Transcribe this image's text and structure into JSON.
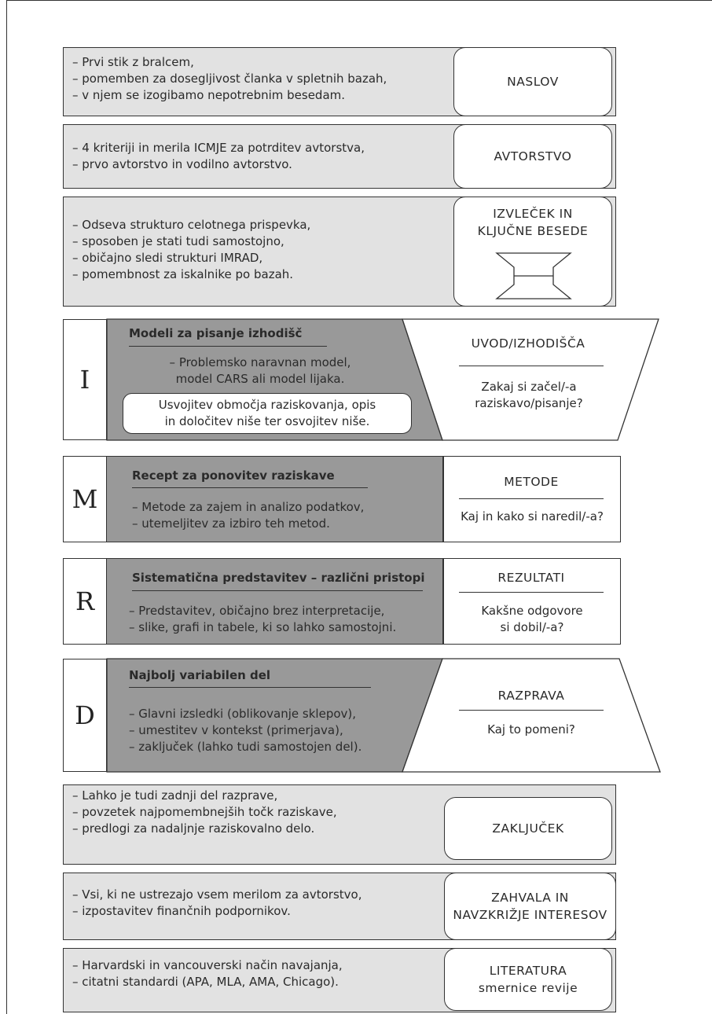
{
  "naslov": {
    "text": "– Prvi stik z bralcem,\n– pomemben za dosegljivost članka v spletnih bazah,\n– v njem se izogibamo nepotrebnim besedam.",
    "label": "NASLOV"
  },
  "avtorstvo": {
    "text": "– 4 kriteriji in merila ICMJE za potrditev avtorstva,\n– prvo avtorstvo in vodilno avtorstvo.",
    "label": "AVTORSTVO"
  },
  "izvlecek": {
    "text": "– Odseva strukturo celotnega prispevka,\n– sposoben je stati tudi samostojno,\n– običajno sledi strukturi IMRAD,\n– pomembnost za iskalnike po bazah.",
    "label": "IZVLEČEK IN\nKLJUČNE BESEDE"
  },
  "uvod": {
    "letter": "I",
    "heading": "Modeli za pisanje izhodišč",
    "text": "– Problemsko naravnan model,\nmodel CARS ali model lijaka.",
    "pill": "Usvojitev območja raziskovanja, opis\nin določitev niše ter osvojitev niše.",
    "title": "UVOD/IZHODIŠČA",
    "question": "Zakaj si začel/-a\nraziskavo/pisanje?"
  },
  "metode": {
    "letter": "M",
    "heading": "Recept za ponovitev raziskave",
    "text": "– Metode za zajem in analizo podatkov,\n– utemeljitev za izbiro teh metod.",
    "title": "METODE",
    "question": "Kaj in kako si naredil/-a?"
  },
  "rezultati": {
    "letter": "R",
    "heading": "Sistematična predstavitev – različni pristopi",
    "text": "– Predstavitev, običajno brez interpretacije,\n– slike, grafi in tabele, ki so lahko samostojni.",
    "title": "REZULTATI",
    "question": "Kakšne odgovore\nsi dobil/-a?"
  },
  "razprava": {
    "letter": "D",
    "heading": "Najbolj variabilen del",
    "text": "– Glavni izsledki (oblikovanje sklepov),\n– umestitev v kontekst (primerjava),\n– zaključek (lahko tudi samostojen del).",
    "title": "RAZPRAVA",
    "question": "Kaj to pomeni?"
  },
  "zakljucek": {
    "text": "– Lahko je tudi zadnji del razprave,\n– povzetek najpomembnejših točk raziskave,\n– predlogi za nadaljnje raziskovalno delo.",
    "label": "ZAKLJUČEK"
  },
  "zahvala": {
    "text": "– Vsi, ki ne ustrezajo vsem merilom za avtorstvo,\n– izpostavitev finančnih podpornikov.",
    "label": "ZAHVALA IN\nNAVZKRIŽJE INTERESOV"
  },
  "literatura": {
    "text": "– Harvardski in vancouverski način navajanja,\n– citatni standardi (APA, MLA, AMA, Chicago).",
    "label": "LITERATURA\nsmernice revije"
  },
  "colors": {
    "band": "#e2e2e2",
    "dark": "#999999",
    "line": "#333333"
  }
}
